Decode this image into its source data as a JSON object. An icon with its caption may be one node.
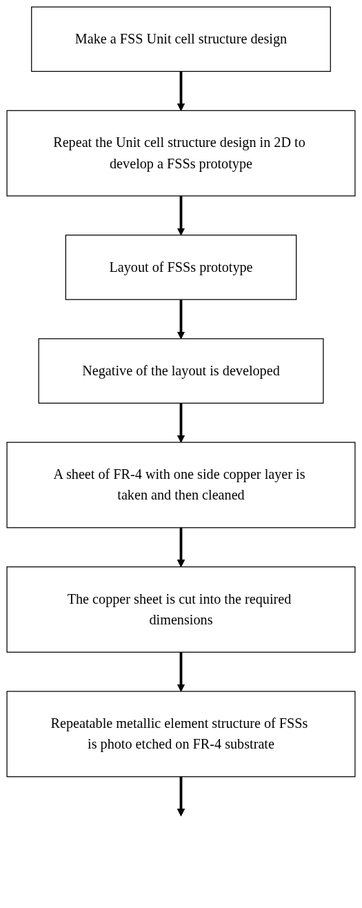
{
  "diagram": {
    "nodes": [
      {
        "text": [
          "Make a FSS Unit cell structure design"
        ]
      },
      {
        "text": [
          "Repeat the Unit cell structure design in 2D to develop a FSSs prototype"
        ]
      },
      {
        "text": [
          "Layout of FSSs prototype"
        ]
      },
      {
        "text": [
          "Negative of the layout is developed"
        ]
      },
      {
        "text": [
          "A sheet of FR-4 with one side copper layer is taken and then cleaned"
        ]
      },
      {
        "text": [
          "The copper sheet is cut into the required dimensions"
        ]
      },
      {
        "text": [
          "Repeatable metallic element structure of FSSs is photo etched on FR-4 substrate"
        ]
      }
    ],
    "edges": [
      {
        "from": 0,
        "to": 1,
        "arrow": "to"
      },
      {
        "from": 1,
        "to": 2,
        "arrow": "to"
      },
      {
        "from": 2,
        "to": 3,
        "arrow": "to"
      },
      {
        "from": 3,
        "to": 4,
        "arrow": "to"
      },
      {
        "from": 4,
        "to": 5,
        "arrow": "to"
      },
      {
        "from": 5,
        "to": 6,
        "arrow": "to"
      },
      {
        "from": 6,
        "to": null,
        "arrow": "to"
      }
    ]
  }
}
